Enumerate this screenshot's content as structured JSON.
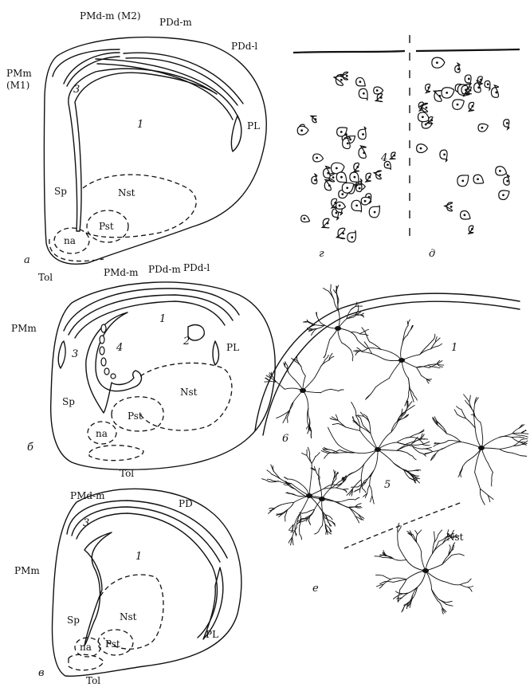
{
  "panels": {
    "a": {
      "letter": "а",
      "labels": {
        "pmd_m_m2": "PMd-m (M2)",
        "pdd_m": "PDd-m",
        "pdd_l": "PDd-l",
        "pmm_line1": "PMm",
        "pmm_line2": "(M1)",
        "pl": "PL",
        "sp": "Sp",
        "nst": "Nst",
        "pst": "Pst",
        "na": "na",
        "tol": "Tol",
        "num1": "1",
        "num3": "3"
      }
    },
    "b": {
      "letter": "б",
      "labels": {
        "pmd_m": "PMd-m",
        "pdd_m": "PDd-m",
        "pdd_l": "PDd-l",
        "pmm": "PMm",
        "pl": "PL",
        "sp": "Sp",
        "nst": "Nst",
        "pst": "Pst",
        "na": "na",
        "tol": "Tol",
        "num1": "1",
        "num2": "2",
        "num3": "3",
        "num4": "4"
      }
    },
    "c": {
      "letter": "в",
      "labels": {
        "pmd_m": "PMd-m",
        "pd": "PD",
        "pmm": "PMm",
        "pl": "PL",
        "sp": "Sp",
        "nst": "Nst",
        "pst": "Pst",
        "na": "na",
        "tol": "Tol",
        "num1": "1",
        "num3": "3"
      }
    },
    "d": {
      "letter": "г",
      "labels": {
        "num4": "4"
      }
    },
    "e": {
      "letter": "д"
    },
    "f": {
      "letter": "е",
      "labels": {
        "nst": "Nst",
        "num1": "1",
        "num4": "4",
        "num5": "5",
        "num6": "6"
      }
    }
  }
}
